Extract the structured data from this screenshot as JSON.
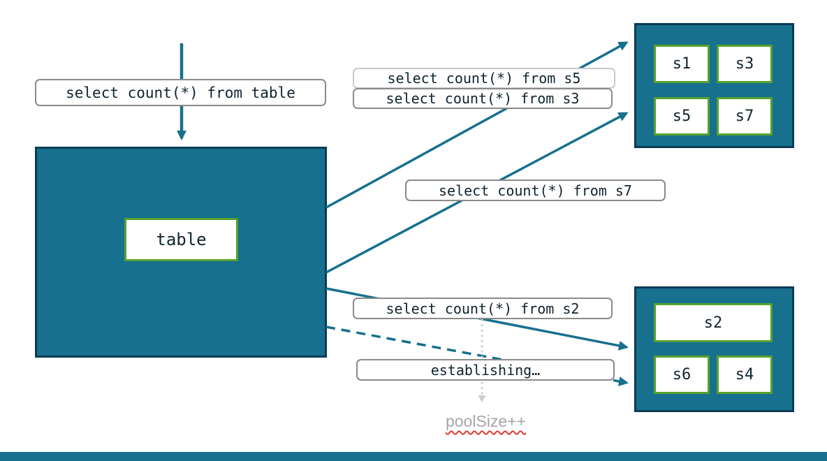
{
  "colors": {
    "teal_fill": "#16708E",
    "teal_dark_border": "#0B3B54",
    "green_border": "#56A22E",
    "label_border": "#8A8A8A",
    "label_border_light": "#C9C9C9",
    "arrow": "#16708E",
    "dotted_arrow": "#CDCDCD",
    "pool_text": "#A6A6A6",
    "squiggle_red": "#E0392E"
  },
  "query_labels": {
    "table": "select count(*) from table",
    "s5": "select count(*) from s5",
    "s3": "select count(*) from s3",
    "s7": "select count(*) from s7",
    "s2": "select count(*) from s2",
    "establishing": "establishing…"
  },
  "nodes": {
    "table": "table",
    "s1": "s1",
    "s3": "s3",
    "s5": "s5",
    "s7": "s7",
    "s2": "s2",
    "s6": "s6",
    "s4": "s4"
  },
  "footer_note": "poolSize++"
}
